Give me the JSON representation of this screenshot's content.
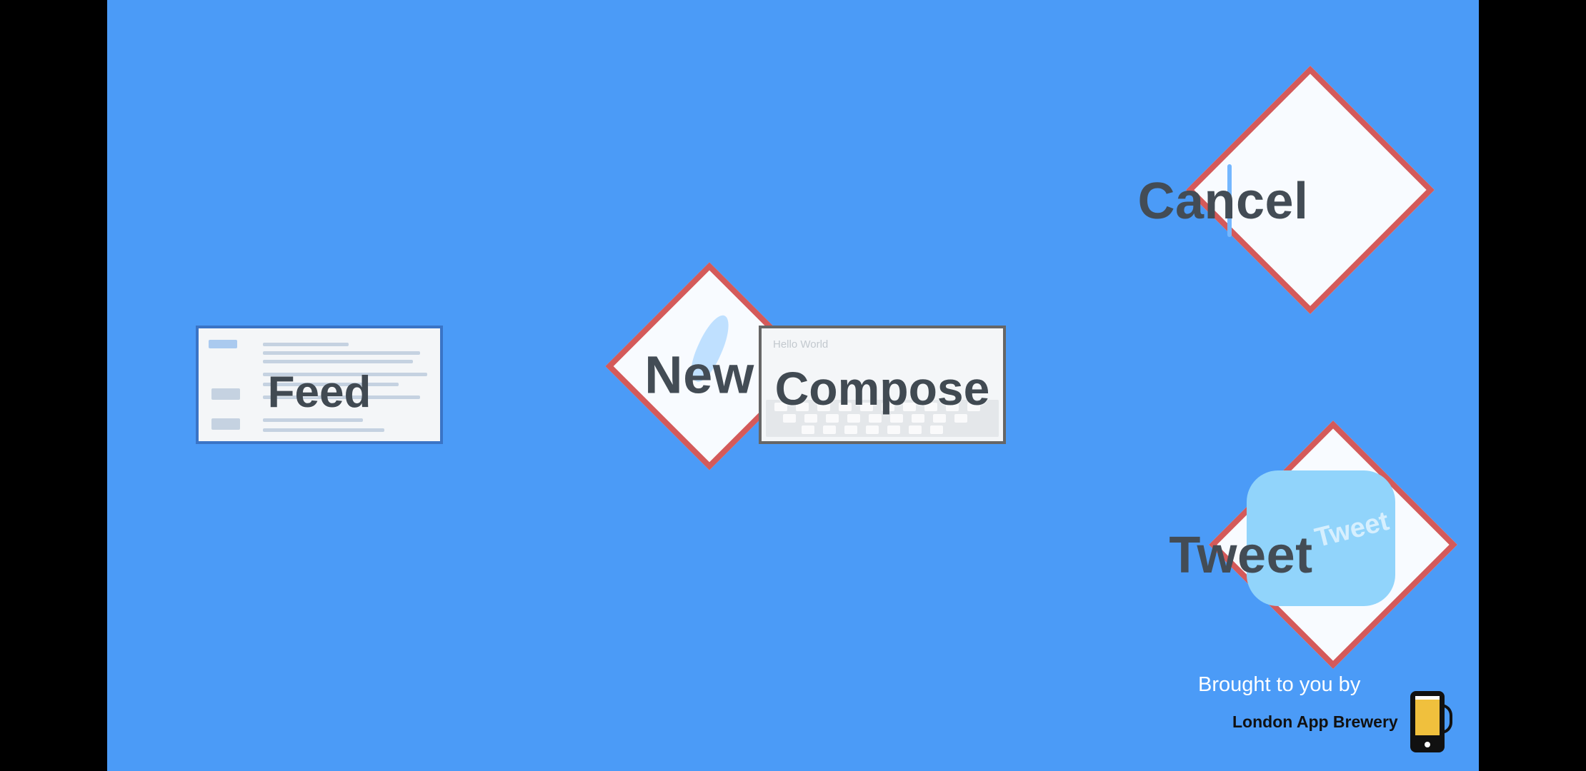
{
  "diagram": {
    "nodes": [
      {
        "label": "Feed"
      },
      {
        "label": "New"
      },
      {
        "label": "Compose"
      },
      {
        "label": "Cancel"
      },
      {
        "label": "Tweet"
      }
    ],
    "compose_text": "Hello World"
  },
  "credit": {
    "line1": "Brought to you by",
    "brand": "London App Brewery"
  },
  "colors": {
    "background": "#4b9bf7",
    "letterbox": "#000000",
    "diamond_border": "#d45a5a",
    "text": "#434c55"
  }
}
